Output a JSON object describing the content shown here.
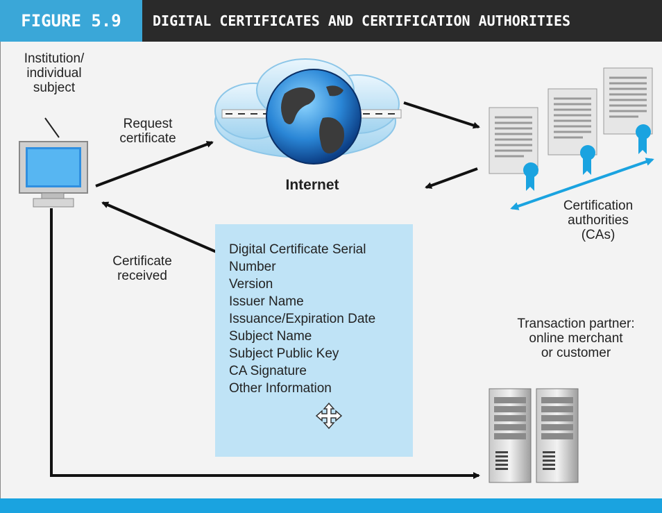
{
  "header": {
    "figure_number": "FIGURE 5.9",
    "title": "DIGITAL CERTIFICATES AND CERTIFICATION AUTHORITIES"
  },
  "labels": {
    "subject": [
      "Institution/",
      "individual",
      "subject"
    ],
    "request": [
      "Request",
      "certificate"
    ],
    "internet": "Internet",
    "received": [
      "Certificate",
      "received"
    ],
    "cas": [
      "Certification",
      "authorities",
      "(CAs)"
    ],
    "partner": [
      "Transaction partner:",
      "online merchant",
      "or customer"
    ]
  },
  "certificate_fields": [
    "Digital Certificate Serial Number",
    "Version",
    "Issuer Name",
    "Issuance/Expiration Date",
    "Subject Name",
    "Subject Public Key",
    "CA Signature",
    "Other Information"
  ],
  "icons": [
    "monitor-icon",
    "globe-cloud-icon",
    "certificate-icon",
    "server-icon",
    "move-cursor-icon"
  ],
  "colors": {
    "accent": "#3aa7d8",
    "header_bg": "#2a2a2a",
    "info_box": "#bfe3f6",
    "bottom_bar": "#1aa3e0"
  }
}
